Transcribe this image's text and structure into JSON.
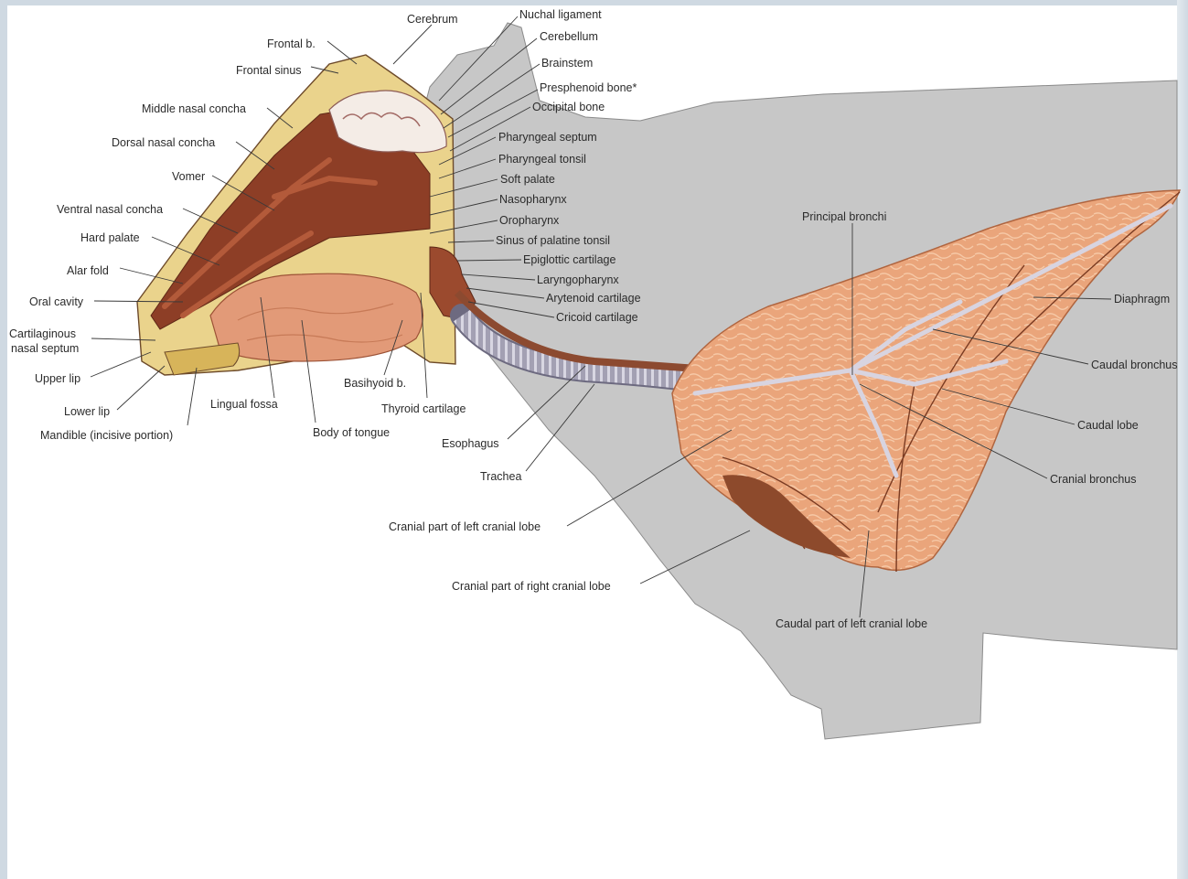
{
  "labels": {
    "cerebrum": "Cerebrum",
    "nuchal_ligament": "Nuchal ligament",
    "cerebellum": "Cerebellum",
    "brainstem": "Brainstem",
    "presphenoid_bone": "Presphenoid bone*",
    "occipital_bone": "Occipital bone",
    "frontal_bone": "Frontal b.",
    "frontal_sinus": "Frontal sinus",
    "middle_nasal_concha": "Middle nasal concha",
    "dorsal_nasal_concha": "Dorsal nasal concha",
    "vomer": "Vomer",
    "ventral_nasal_concha": "Ventral nasal concha",
    "hard_palate": "Hard palate",
    "alar_fold": "Alar fold",
    "oral_cavity": "Oral cavity",
    "cartilaginous_nasal_septum_line1": "Cartilaginous",
    "cartilaginous_nasal_septum_line2": "nasal septum",
    "upper_lip": "Upper lip",
    "lower_lip": "Lower lip",
    "mandible": "Mandible (incisive portion)",
    "lingual_fossa": "Lingual fossa",
    "body_of_tongue": "Body of tongue",
    "basihyoid_bone": "Basihyoid b.",
    "thyroid_cartilage": "Thyroid cartilage",
    "esophagus": "Esophagus",
    "trachea": "Trachea",
    "pharyngeal_septum": "Pharyngeal septum",
    "pharyngeal_tonsil": "Pharyngeal tonsil",
    "soft_palate": "Soft palate",
    "nasopharynx": "Nasopharynx",
    "oropharynx": "Oropharynx",
    "sinus_of_palatine_tonsil": "Sinus of palatine tonsil",
    "epiglottic_cartilage": "Epiglottic cartilage",
    "laryngopharynx": "Laryngopharynx",
    "arytenoid_cartilage": "Arytenoid cartilage",
    "cricoid_cartilage": "Cricoid cartilage",
    "principal_bronchi": "Principal bronchi",
    "diaphragm": "Diaphragm",
    "caudal_bronchus": "Caudal bronchus",
    "caudal_lobe": "Caudal lobe",
    "cranial_bronchus": "Cranial bronchus",
    "cranial_part_left_cranial_lobe": "Cranial part of left cranial lobe",
    "cranial_part_right_cranial_lobe": "Cranial part of right cranial lobe",
    "caudal_part_left_cranial_lobe": "Caudal part of left cranial lobe"
  },
  "colors": {
    "body_silhouette": "#c8c8c8",
    "lung": "#e9a47a",
    "lung_dark": "#c7764d",
    "bone": "#e8cf82",
    "tissue": "#8c3b24",
    "tongue": "#e29876",
    "trachea": "#b9b5c4"
  }
}
